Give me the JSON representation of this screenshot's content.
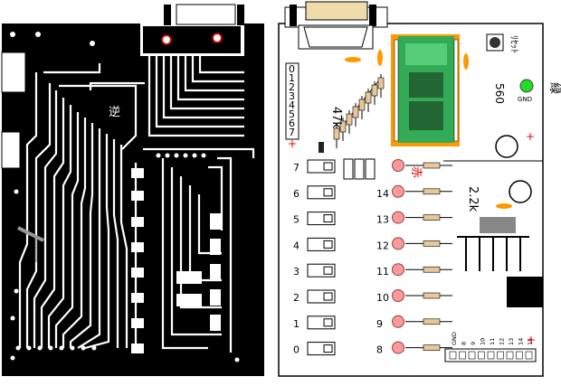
{
  "title": "",
  "pcb_label": "逆",
  "led_labels": [
    "緑",
    "赤"
  ],
  "led_colors": {
    "green": "#22dd22",
    "red": "#ff7777",
    "pad": "#ffaaaa"
  },
  "resistor_labels": [
    "47k",
    "2.2k",
    "560"
  ],
  "bit_digits": [
    "0",
    "1",
    "2",
    "3",
    "4",
    "5",
    "6",
    "7"
  ],
  "gnd_label": "GND",
  "switch_rows": [
    {
      "bit": "7",
      "pin": ""
    },
    {
      "bit": "6",
      "pin": "14"
    },
    {
      "bit": "5",
      "pin": "13"
    },
    {
      "bit": "4",
      "pin": "12"
    },
    {
      "bit": "3",
      "pin": "11"
    },
    {
      "bit": "2",
      "pin": "10"
    },
    {
      "bit": "1",
      "pin": "9"
    },
    {
      "bit": "0",
      "pin": "8"
    }
  ],
  "header_pins": [
    "GND",
    "8",
    "9",
    "10",
    "11",
    "12",
    "13",
    "14",
    "15"
  ],
  "plus_sign": "+",
  "reset_label": "ﾘｾｯﾄ"
}
